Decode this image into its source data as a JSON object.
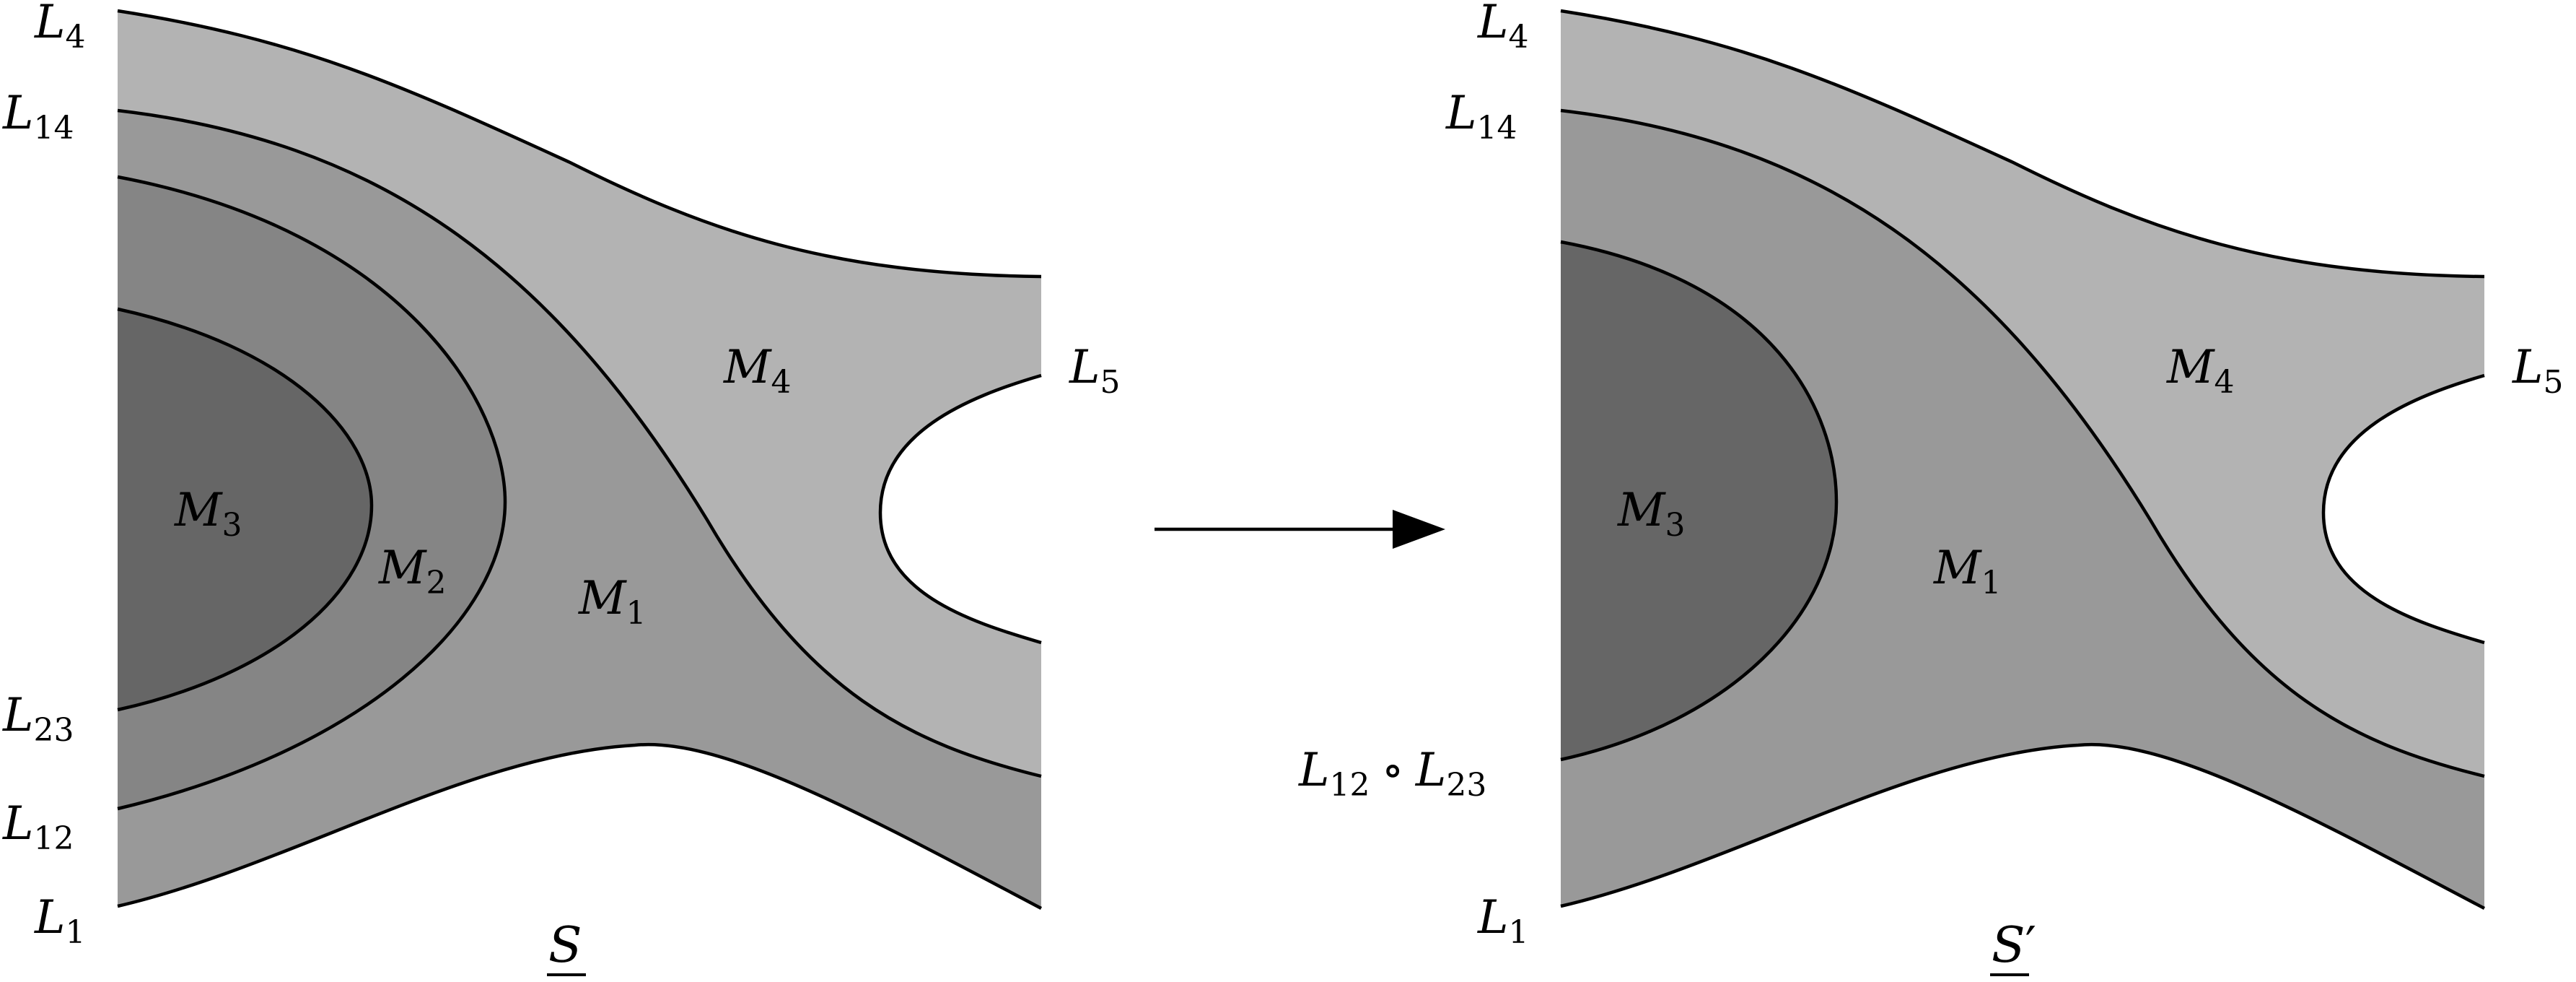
{
  "colors": {
    "light": "#b3b3b3",
    "medium": "#999999",
    "darker": "#858585",
    "darkest": "#666666",
    "stroke": "#000000",
    "background": "#ffffff"
  },
  "left_panel": {
    "caption": "S",
    "boundary_labels": {
      "L4": {
        "base": "L",
        "sub": "4"
      },
      "L14": {
        "base": "L",
        "sub": "14"
      },
      "L23": {
        "base": "L",
        "sub": "23"
      },
      "L12": {
        "base": "L",
        "sub": "12"
      },
      "L1": {
        "base": "L",
        "sub": "1"
      },
      "L5": {
        "base": "L",
        "sub": "5"
      }
    },
    "region_labels": {
      "M4": {
        "base": "M",
        "sub": "4"
      },
      "M3": {
        "base": "M",
        "sub": "3"
      },
      "M2": {
        "base": "M",
        "sub": "2"
      },
      "M1": {
        "base": "M",
        "sub": "1"
      }
    }
  },
  "right_panel": {
    "caption": "S",
    "caption_prime": "′",
    "boundary_labels": {
      "L4": {
        "base": "L",
        "sub": "4"
      },
      "L14": {
        "base": "L",
        "sub": "14"
      },
      "L12L23": {
        "base1": "L",
        "sub1": "12",
        "op": "∘",
        "base2": "L",
        "sub2": "23"
      },
      "L1": {
        "base": "L",
        "sub": "1"
      },
      "L5": {
        "base": "L",
        "sub": "5"
      }
    },
    "region_labels": {
      "M4": {
        "base": "M",
        "sub": "4"
      },
      "M3": {
        "base": "M",
        "sub": "3"
      },
      "M1": {
        "base": "M",
        "sub": "1"
      }
    }
  }
}
